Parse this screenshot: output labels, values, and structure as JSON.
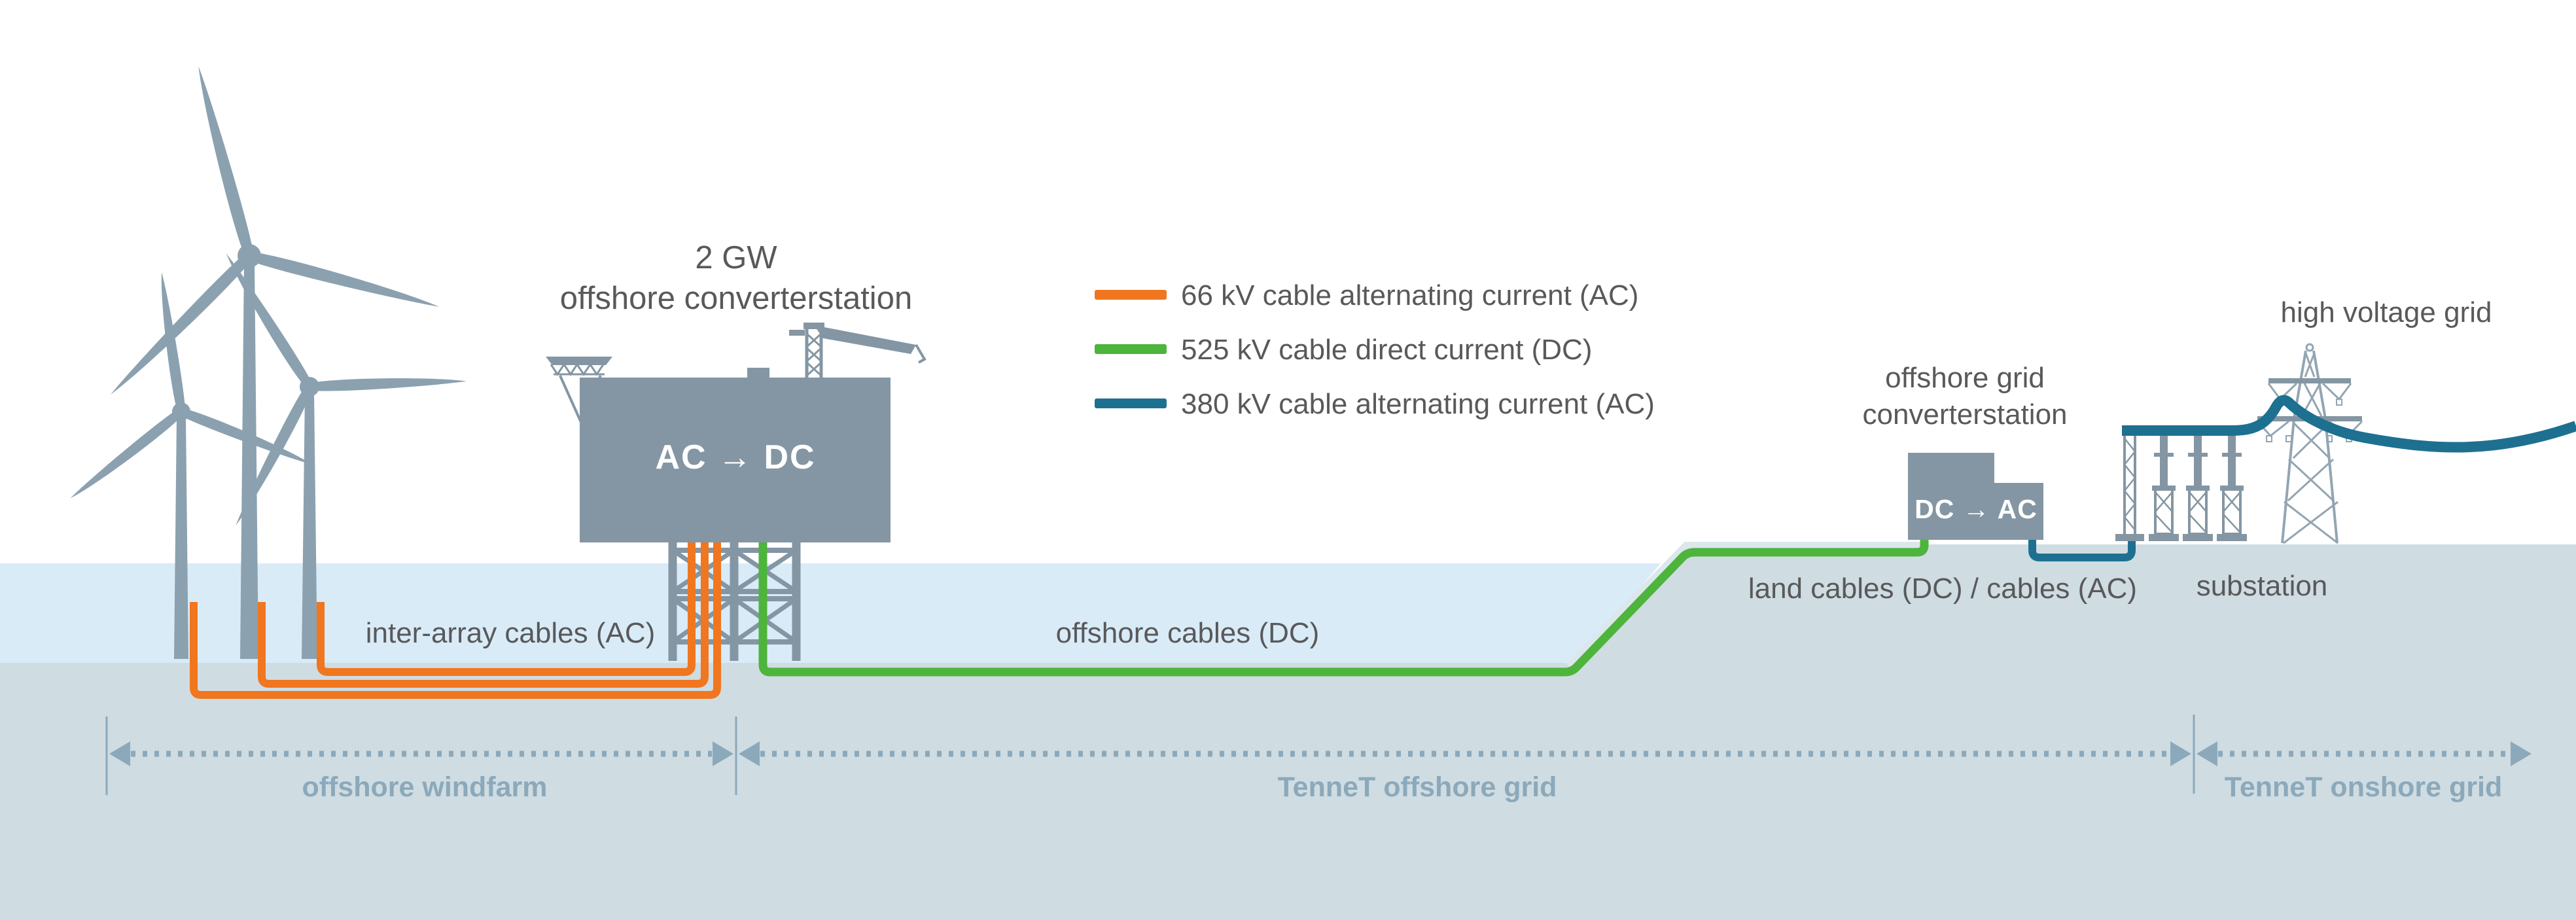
{
  "labels": {
    "offshore_station_line1": "2 GW",
    "offshore_station_line2": "offshore converterstation",
    "offshore_station_box": "AC → DC",
    "inter_array_cables": "inter-array cables (AC)",
    "offshore_cables": "offshore cables (DC)",
    "land_cables": "land cables (DC) / cables (AC)",
    "onshore_station_line1": "offshore grid",
    "onshore_station_line2": "converterstation",
    "onshore_station_box": "DC → AC",
    "substation": "substation",
    "high_voltage_grid": "high voltage grid"
  },
  "legend": [
    {
      "label": "66 kV cable alternating current (AC)",
      "color": "#f0761f"
    },
    {
      "label": "525 kV cable direct current (DC)",
      "color": "#4db43c"
    },
    {
      "label": "380 kV cable alternating current (AC)",
      "color": "#1e7090"
    }
  ],
  "sections": [
    {
      "label": "offshore windfarm"
    },
    {
      "label": "TenneT offshore grid"
    },
    {
      "label": "TenneT onshore grid"
    }
  ],
  "colors": {
    "cable_orange": "#f0761f",
    "cable_green": "#4db43c",
    "cable_blue": "#1e7090",
    "structure_gray": "#8496a3",
    "turbine_gray": "#8ba1b0",
    "water_blue": "#d9ebf7",
    "ground_gray": "#cfdce2",
    "text_dark": "#58595b",
    "text_section": "#8ba9ba"
  }
}
